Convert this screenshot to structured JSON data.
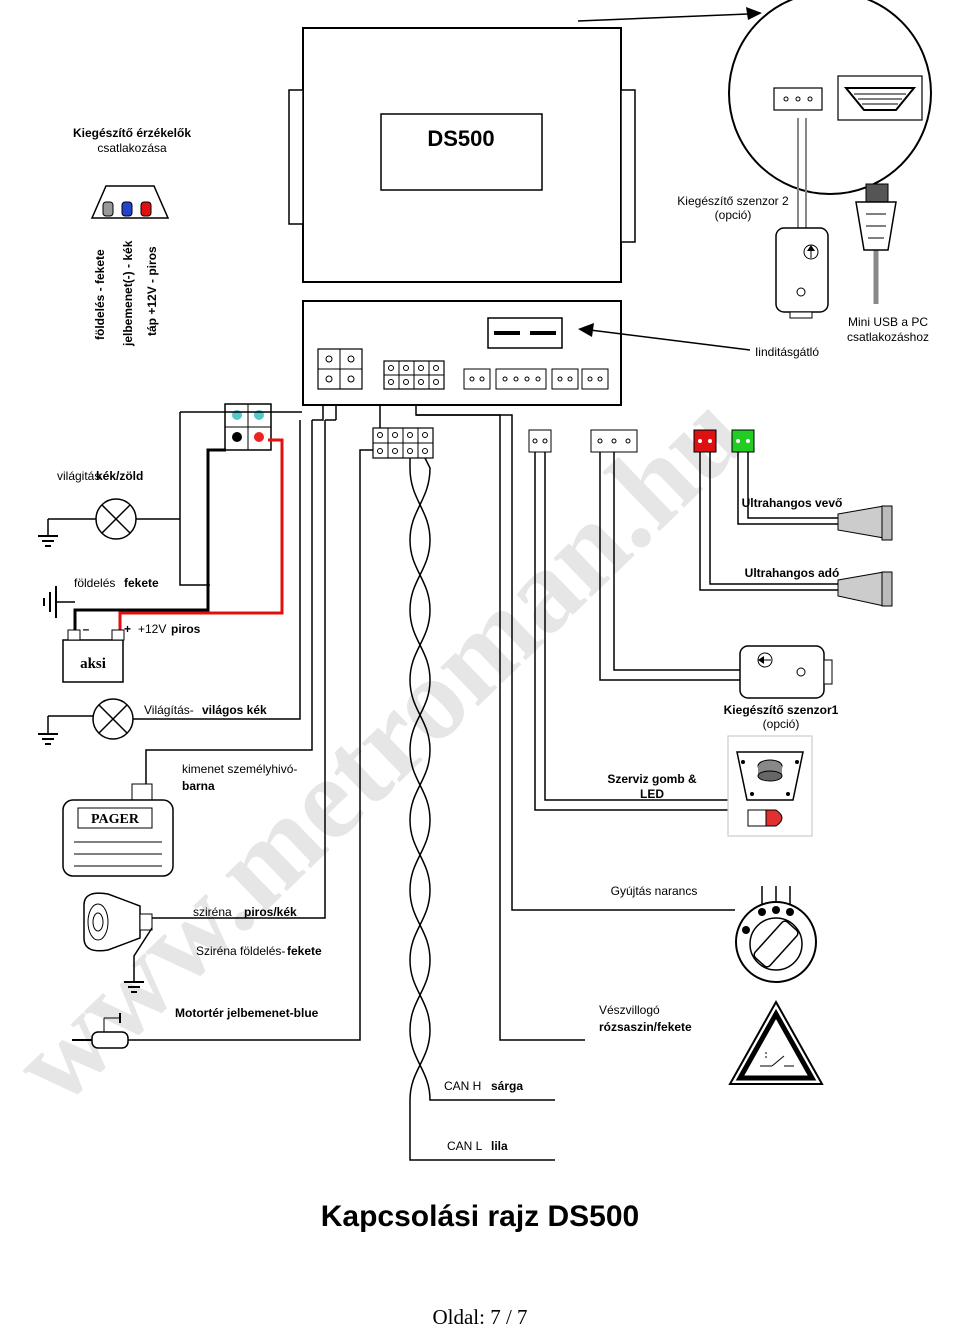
{
  "watermark": "www.metroman.hu",
  "unit": {
    "name": "DS500"
  },
  "labels": {
    "ext_sensors_connector": [
      "Kiegészítő érzékelők",
      "csatlakozása"
    ],
    "ext_wire_ground": "földelés - fekete",
    "ext_wire_trigger": "jelbemenet(-) - kék",
    "ext_wire_power": "táp +12V - piros",
    "ext_sensor2": [
      "Kiegészítő szenzor 2",
      "(opció)"
    ],
    "immobilizer": "Iinditásgátló",
    "mini_usb": [
      "Mini USB a PC",
      "csatlakozáshoz"
    ],
    "lighting_left_prefix": "világitás",
    "lighting_left_color": "kék/zöld",
    "ground_prefix": "földelés",
    "ground_color": "fekete",
    "plus12_prefix": "+12V",
    "plus12_color": "piros",
    "battery": "aksi",
    "battery_minus": "–",
    "battery_plus": "+",
    "ultra_receiver": "Ultrahangos vevő",
    "ultra_transmitter": "Ultrahangos  adó",
    "lighting_right_prefix": "Világítás-",
    "lighting_right_color": "világos kék",
    "ext_sensor1": [
      "Kiegészítő szenzor1",
      "(opció)"
    ],
    "pager_output": [
      "kimenet személyhivó-",
      "barna"
    ],
    "pager": "PAGER",
    "service_button": [
      "Szerviz gomb &",
      "LED"
    ],
    "ignition": "Gyújtás narancs",
    "siren_prefix": "sziréna",
    "siren_color": "piros/kék",
    "siren_ground_prefix": "Sziréna földelés-",
    "siren_ground_color": "fekete",
    "hood_input": "Motortér jelbemenet-blue",
    "hazard": [
      "Vészvillogó",
      "rózsaszin/fekete"
    ],
    "can_h_label": "CAN H",
    "can_h_color": "sárga",
    "can_l_label": "CAN L",
    "can_l_color": "lila"
  },
  "wire_colors": {
    "red": "#e01010",
    "black": "#000000",
    "blue_led": "#2244cc",
    "connector_red": "#dd1111",
    "connector_green": "#22cc22",
    "led_teal": "#55c8c8",
    "led_red": "#ee2222"
  },
  "title": "Kapcsolási rajz DS500",
  "page": {
    "label": "Oldal:",
    "value": "7 / 7"
  }
}
